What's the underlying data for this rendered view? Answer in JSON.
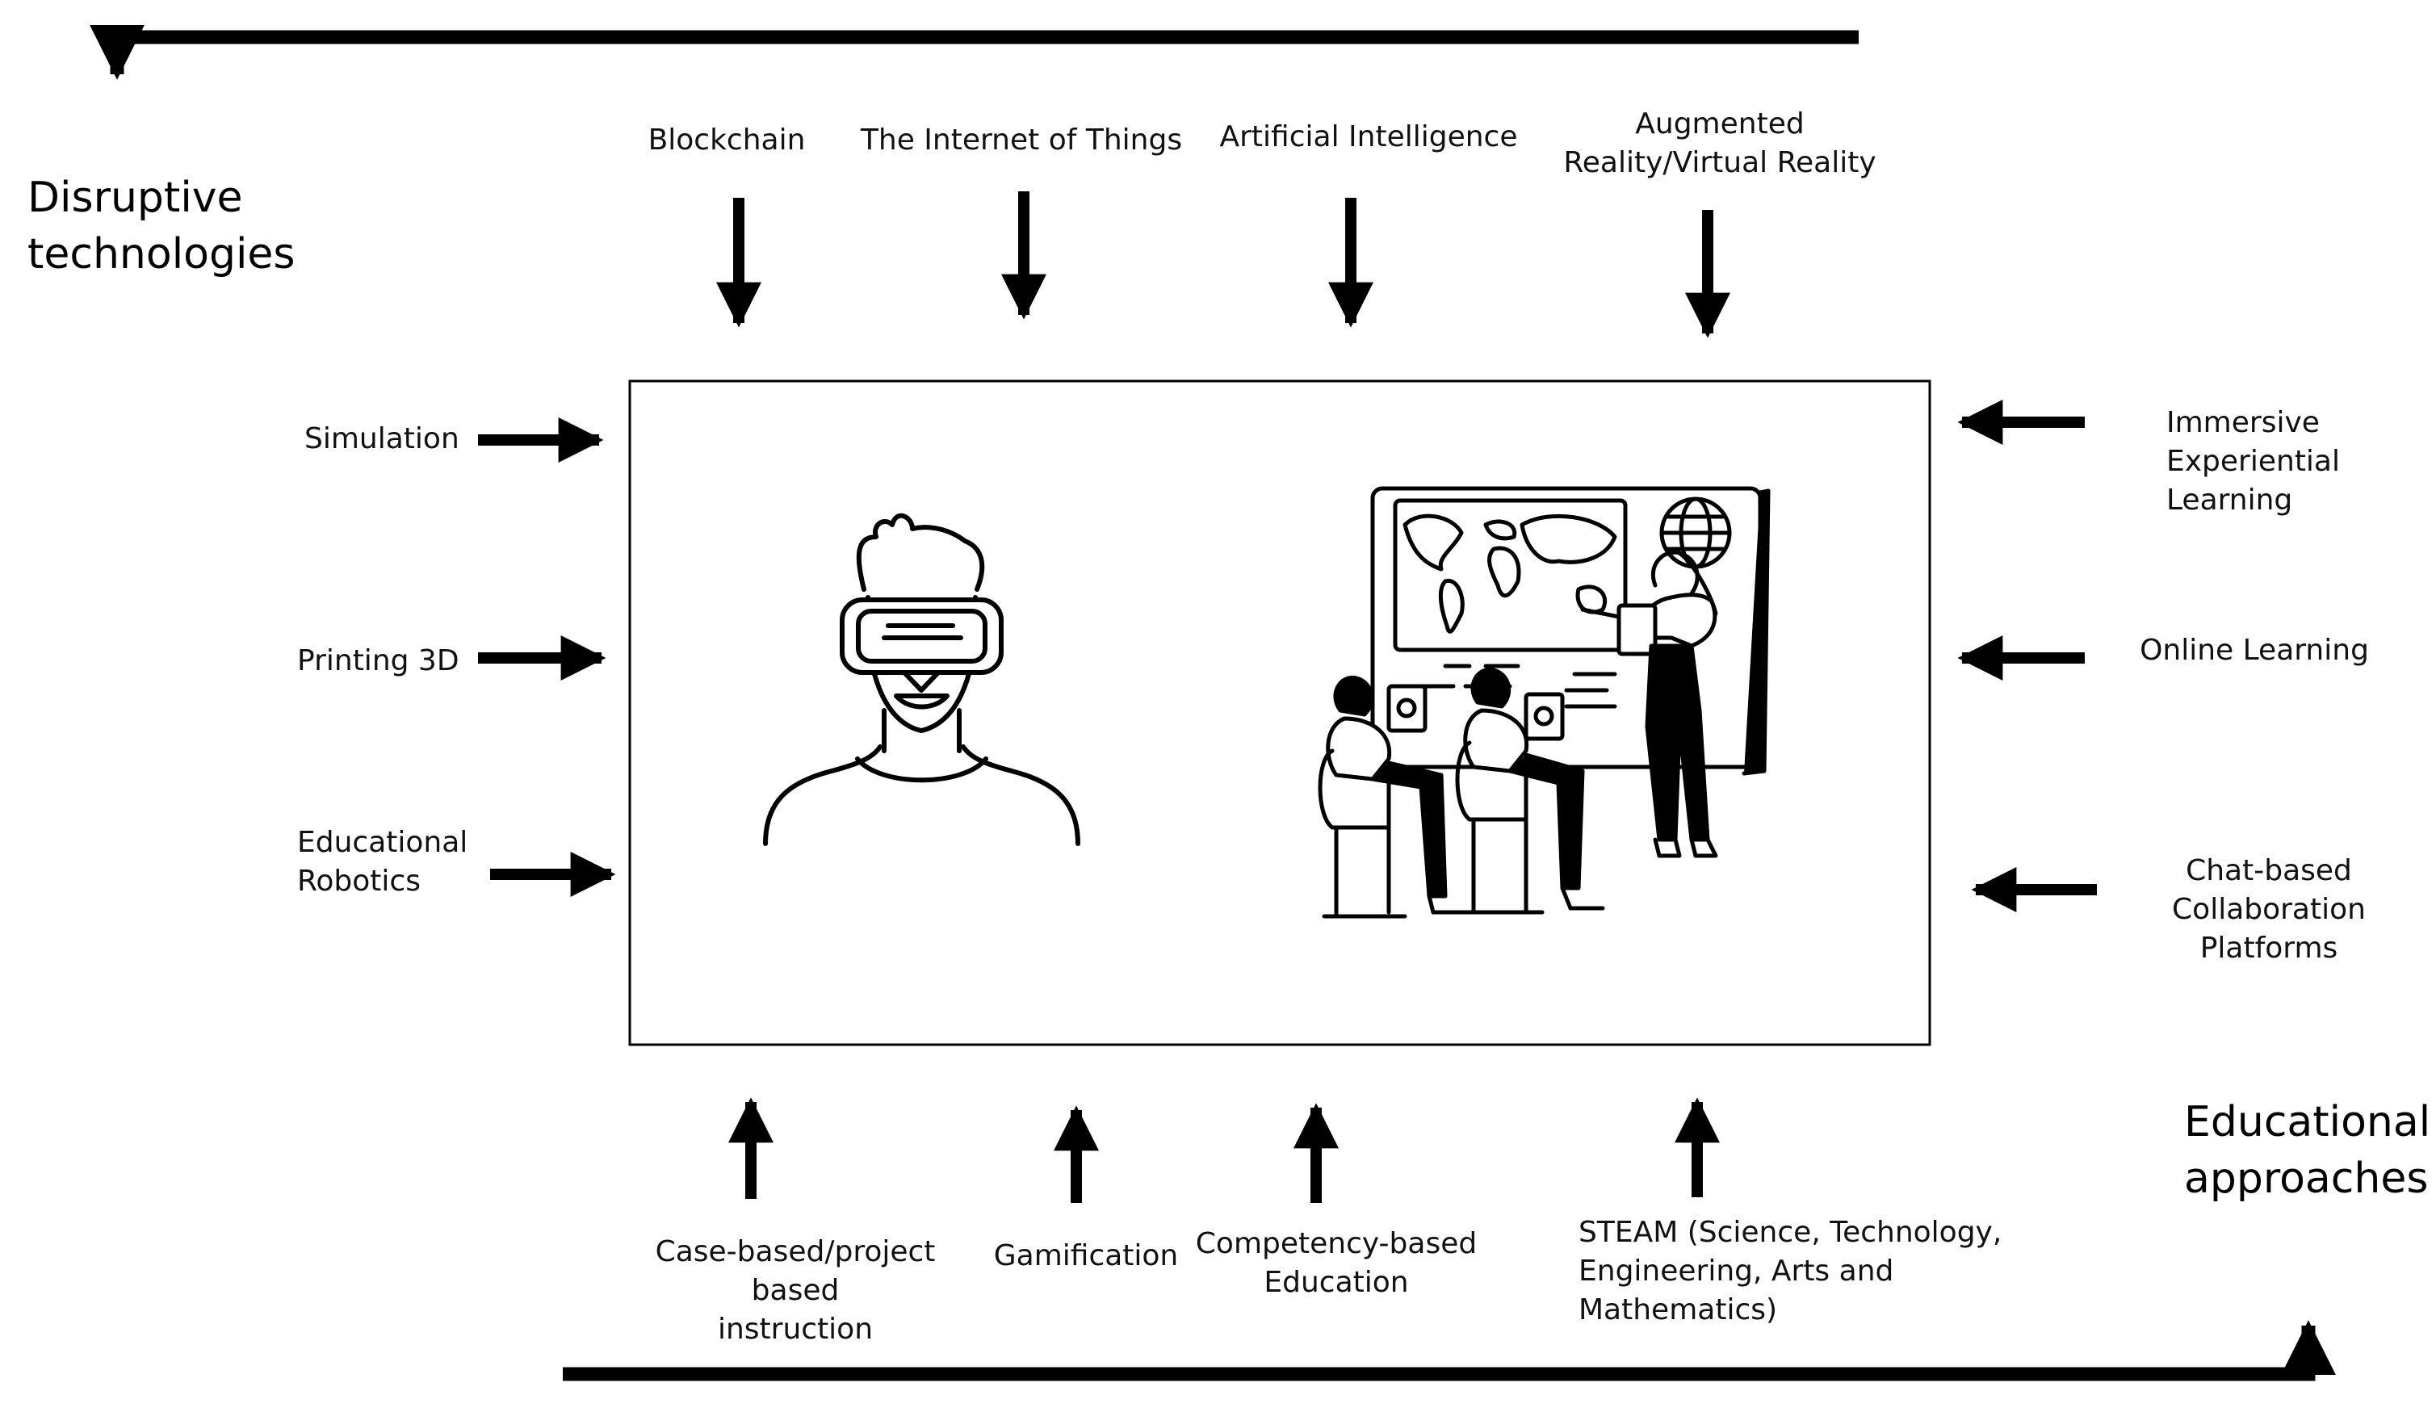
{
  "group_labels": {
    "disruptive": "Disruptive\ntechnologies",
    "educational": "Educational\napproaches"
  },
  "technologies_top": [
    "Blockchain",
    "The Internet of Things",
    "Artificial Intelligence",
    "Augmented\nReality/Virtual Reality"
  ],
  "technologies_left": [
    "Simulation",
    "Printing 3D",
    "Educational\nRobotics"
  ],
  "approaches_right": [
    "Immersive\nExperiential\nLearning",
    "Online Learning",
    "Chat-based\nCollaboration\nPlatforms"
  ],
  "approaches_bottom": [
    "Case-based/project based\ninstruction",
    "Gamification",
    "Competency-based\nEducation",
    "STEAM (Science, Technology,\nEngineering, Arts and\nMathematics)"
  ],
  "illustrations": {
    "left": "vr-headset-person",
    "right": "classroom-teacher-map"
  },
  "colors": {
    "stroke": "#000000",
    "background": "#ffffff"
  }
}
